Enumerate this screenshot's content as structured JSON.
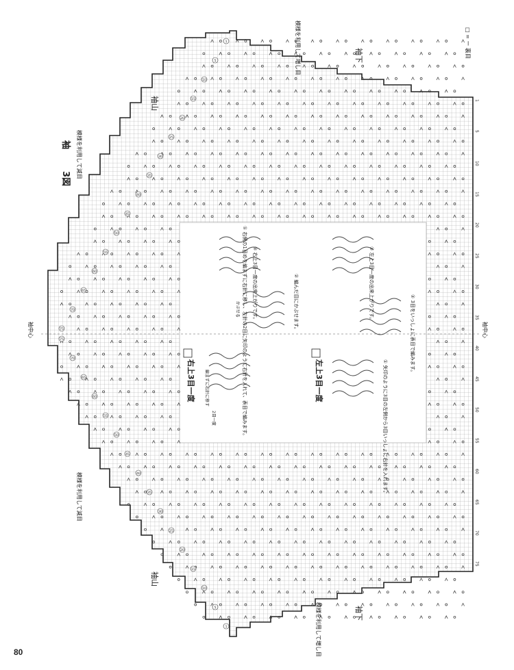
{
  "page_number": "80",
  "figure": {
    "number_label": "3図",
    "title": "袖"
  },
  "labels": {
    "sleeve_cap": "袖山",
    "underarm": "袖下",
    "center": "袖中心",
    "decrease_note": "模様を利用して減目",
    "increase_note": "模様を利用して増し目"
  },
  "legend": {
    "symbol_meaning": "□ = ー 裏目"
  },
  "technique_right": {
    "title": "右上3目一度",
    "symbol": "木",
    "steps": [
      "① 右側の1目めを編まずに右針に移し、左針の2目に矢印のように右針を入れて、表目で編みます。",
      "② 編んだ目にかぶせます。",
      "③ 右上3目一度の出来上がりです。"
    ],
    "callout_1": "編まずに右針に移す",
    "callout_2": "2目一度",
    "callout_3": "かぶせる"
  },
  "technique_left": {
    "title": "左上3目一度",
    "symbol": "木",
    "steps": [
      "① 矢印のように3目の左側から3目いっしょに右針を入れます。",
      "② 3目をいっしょに表目で編みます。",
      "③ 左上3目一度の出来上がりです。"
    ]
  },
  "row_numbers": [
    "1",
    "5",
    "10",
    "15",
    "20",
    "25",
    "30",
    "35",
    "40",
    "45",
    "50",
    "55",
    "60",
    "65",
    "70",
    "75"
  ],
  "stitch_numbers": [
    "75",
    "70",
    "65",
    "60",
    "55",
    "50",
    "45",
    "40",
    "35",
    "30",
    "25",
    "20",
    "15",
    "10",
    "5",
    "1"
  ]
}
